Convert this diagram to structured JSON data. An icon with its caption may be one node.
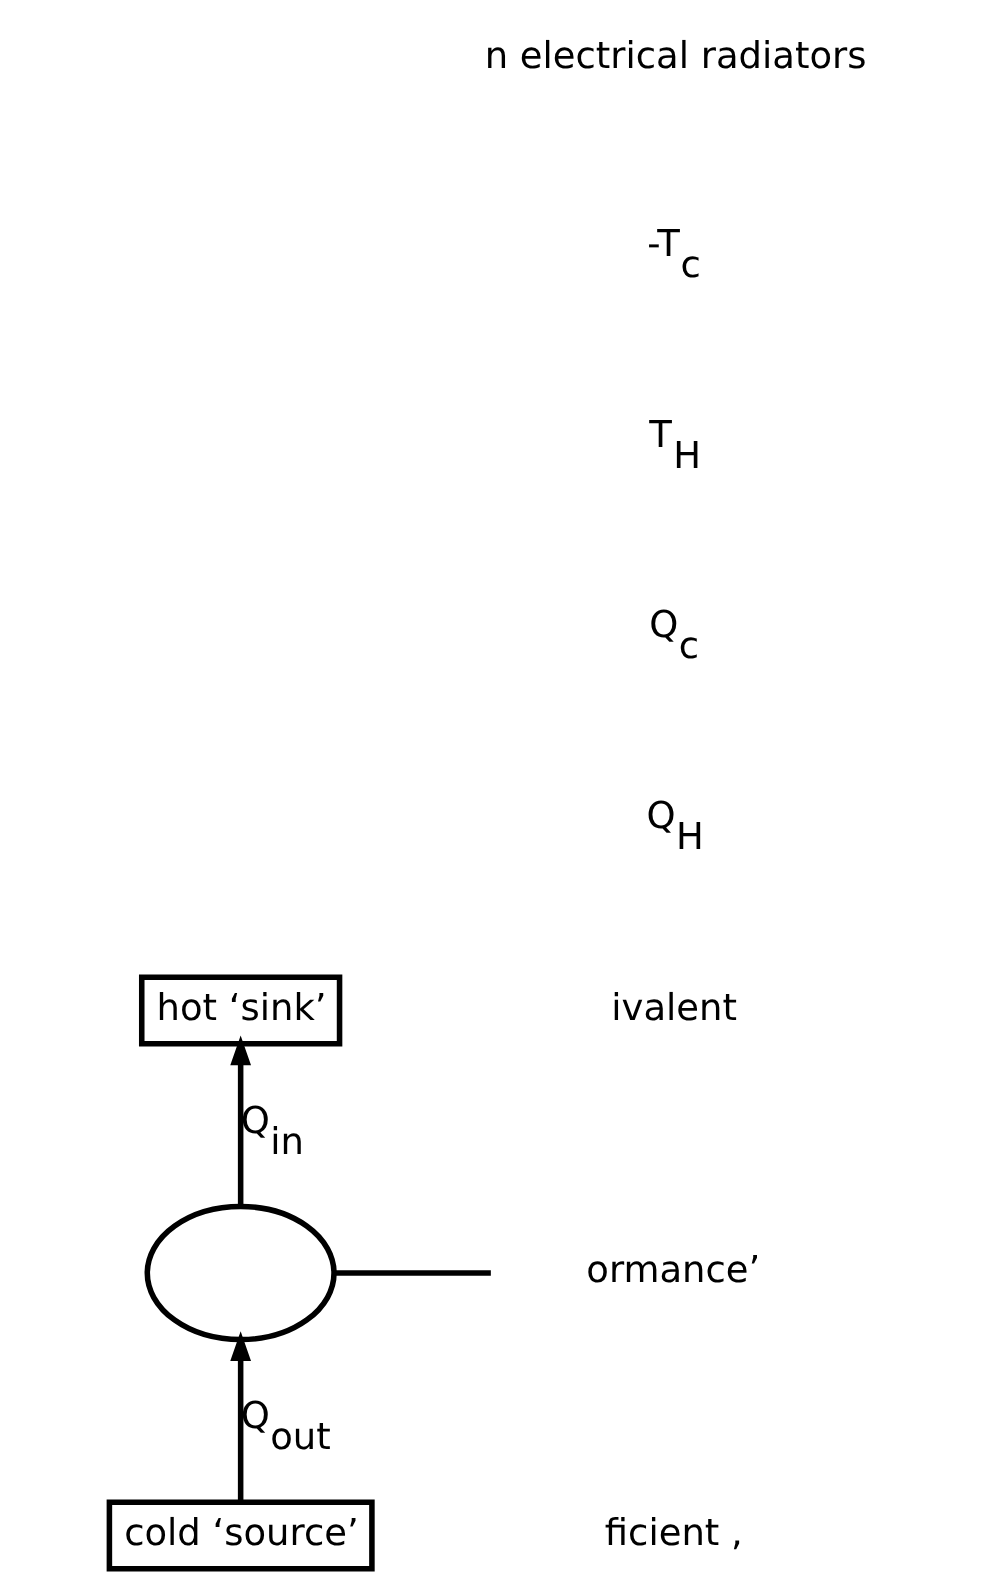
{
  "diagram": {
    "nodes": [
      {
        "text": [
          "hot ‘sink’"
        ]
      },
      {
        "text": [],
        "shape": "circle"
      },
      {
        "text": [
          "cold ‘source’"
        ]
      }
    ],
    "edges": [
      {
        "from": 1,
        "to": 0,
        "arrow": "to",
        "label": "Q$_{in}$"
      },
      {
        "from": 2,
        "to": 1,
        "arrow": "to",
        "label": "Q$_{out}$"
      },
      {
        "from": 1,
        "to": null,
        "arrow": "none"
      }
    ],
    "labels": [
      "ficient ,",
      "ormance’",
      "ivalent",
      "Q$_{H}$",
      "Q$_{c}$",
      "T$_{H}$",
      "-T$_{c}$",
      "n electrical radiators"
    ]
  }
}
